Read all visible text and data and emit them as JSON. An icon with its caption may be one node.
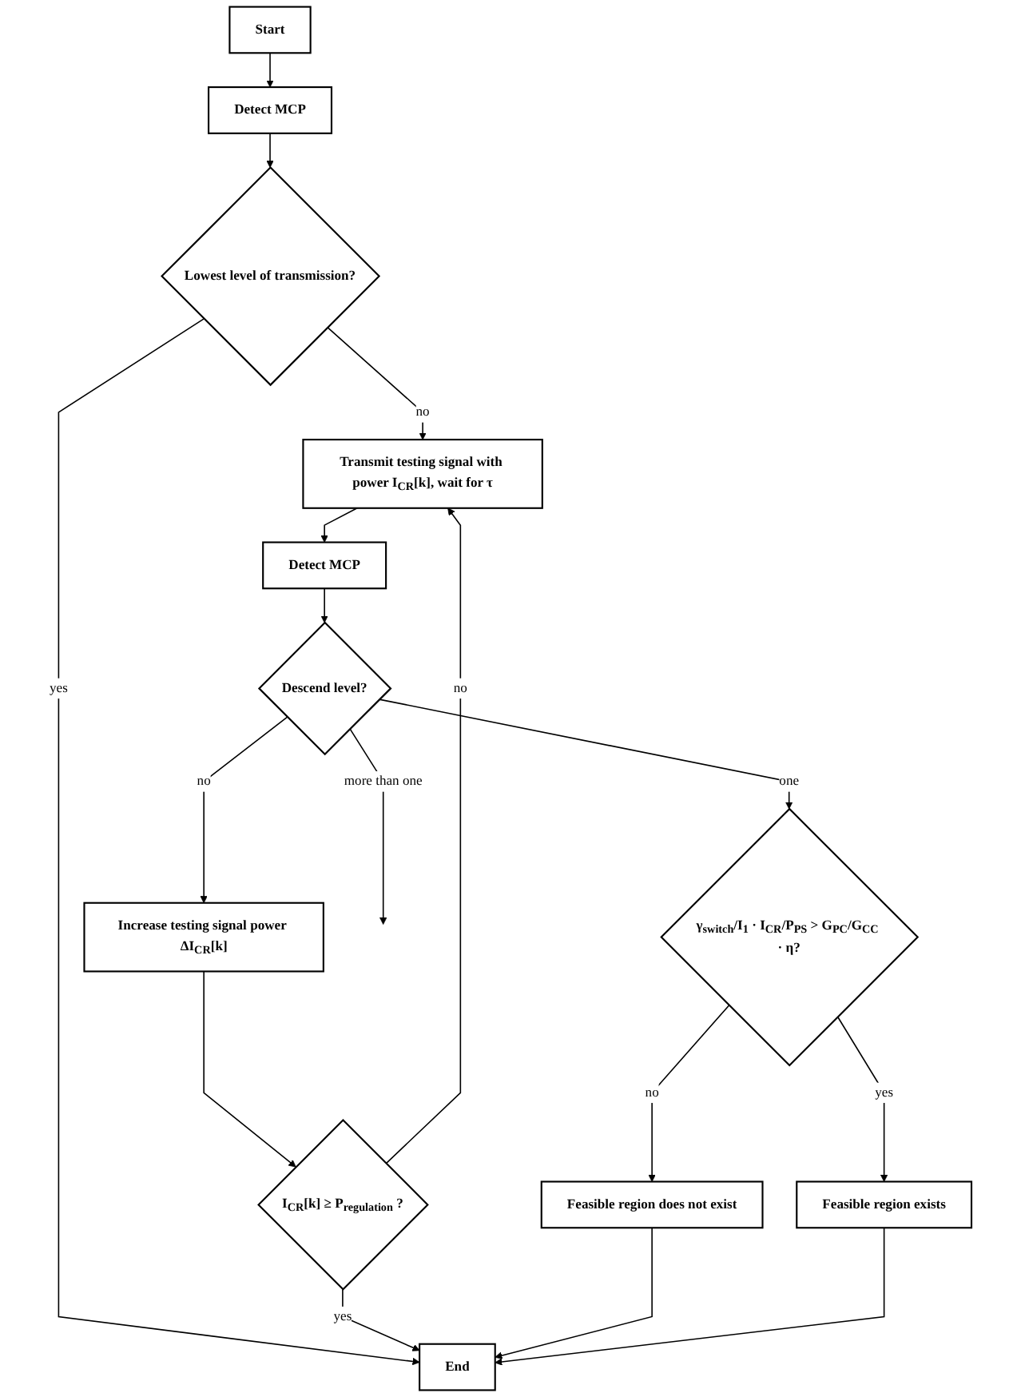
{
  "diagram": {
    "nodes": [
      {
        "text": [
          "Start"
        ]
      },
      {
        "text": [
          "Detect MCP"
        ]
      },
      {
        "text": [
          "Lowest level of transmission?"
        ]
      },
      {
        "text": [
          "Transmit testing signal with power I$_{CR}$[k], wait for τ"
        ]
      },
      {
        "text": [
          "I$_{CR}$[k] ≥ P$_{regulation}$ ?"
        ]
      },
      {
        "text": [
          "Increase testing signal power ΔI$_{CR}$[k]"
        ]
      },
      {
        "text": [
          "Detect MCP"
        ]
      },
      {
        "text": [
          "Descend level?"
        ]
      },
      {
        "text": [
          "γ$_{switch}$/I$_{1}$ · I$_{CR}$/P$_{PS}$ > G$_{PC}$/G$_{CC}$ · η?"
        ]
      },
      {
        "text": [
          "Feasible region does not exist"
        ]
      },
      {
        "text": [
          "Feasible region exists"
        ]
      },
      {
        "text": [
          "End"
        ]
      }
    ],
    "edges": [
      {
        "from": 0,
        "to": 1,
        "arrow": "to"
      },
      {
        "from": 1,
        "to": 2,
        "arrow": "to"
      },
      {
        "from": 2,
        "to": 3,
        "label": "no",
        "arrow": "to"
      },
      {
        "from": 2,
        "to": 11,
        "label": "yes",
        "arrow": "to"
      },
      {
        "from": 3,
        "to": 6,
        "arrow": "to"
      },
      {
        "from": 6,
        "to": 7,
        "arrow": "to"
      },
      {
        "from": 7,
        "to": 5,
        "label": "no",
        "arrow": "to"
      },
      {
        "from": 5,
        "to": 4,
        "arrow": "to"
      },
      {
        "from": 4,
        "to": 3,
        "label": "no",
        "arrow": "to"
      },
      {
        "from": 4,
        "to": 11,
        "label": "yes",
        "arrow": "to"
      },
      {
        "from": 7,
        "to": null,
        "label": "more than one",
        "arrow": "to"
      },
      {
        "from": 7,
        "to": 8,
        "label": "one",
        "arrow": "to"
      },
      {
        "from": 8,
        "to": 9,
        "label": "no",
        "arrow": "to"
      },
      {
        "from": 8,
        "to": 10,
        "label": "yes",
        "arrow": "to"
      },
      {
        "from": 9,
        "to": 11,
        "arrow": "to"
      },
      {
        "from": 10,
        "to": 11,
        "arrow": "to"
      }
    ]
  }
}
